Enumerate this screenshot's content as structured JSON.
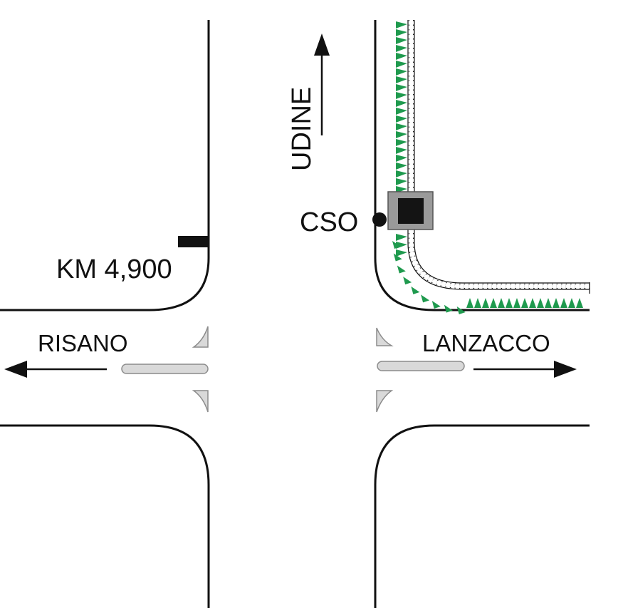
{
  "labels": {
    "udine": "UDINE",
    "risano": "RISANO",
    "lanzacco": "LANZACCO",
    "cso": "CSO",
    "km": "KM 4,900"
  },
  "colors": {
    "road_edge": "#111111",
    "island_fill": "#d9d9d9",
    "island_stroke": "#8c8c8c",
    "hedge": "#1f9a4e",
    "cabinet_outer": "#9a9a9a",
    "cabinet_inner": "#141414"
  },
  "icons": {
    "north_arrow": "arrow-up-icon",
    "west_arrow": "arrow-left-icon",
    "east_arrow": "arrow-right-icon"
  }
}
